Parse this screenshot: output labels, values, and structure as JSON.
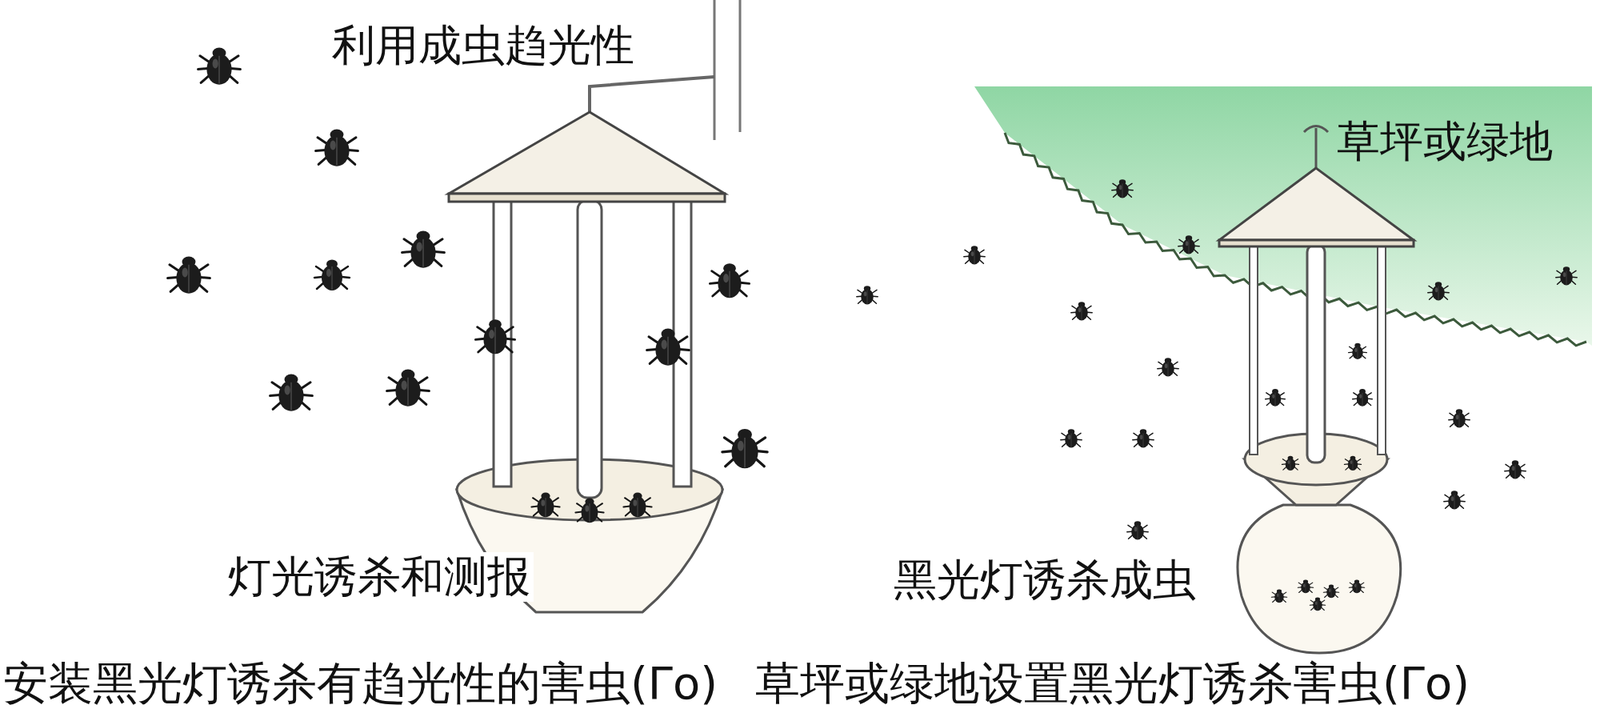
{
  "diagram": {
    "labels": [
      "利用成虫趋光性",
      "草坪或绿地",
      "灯光诱杀和测报",
      "黑光灯诱杀成虫",
      "安装黑光灯诱杀有趋光性的害虫(Γo)",
      "草坪或绿地设置黑光灯诱杀害虫(Γo)"
    ]
  }
}
